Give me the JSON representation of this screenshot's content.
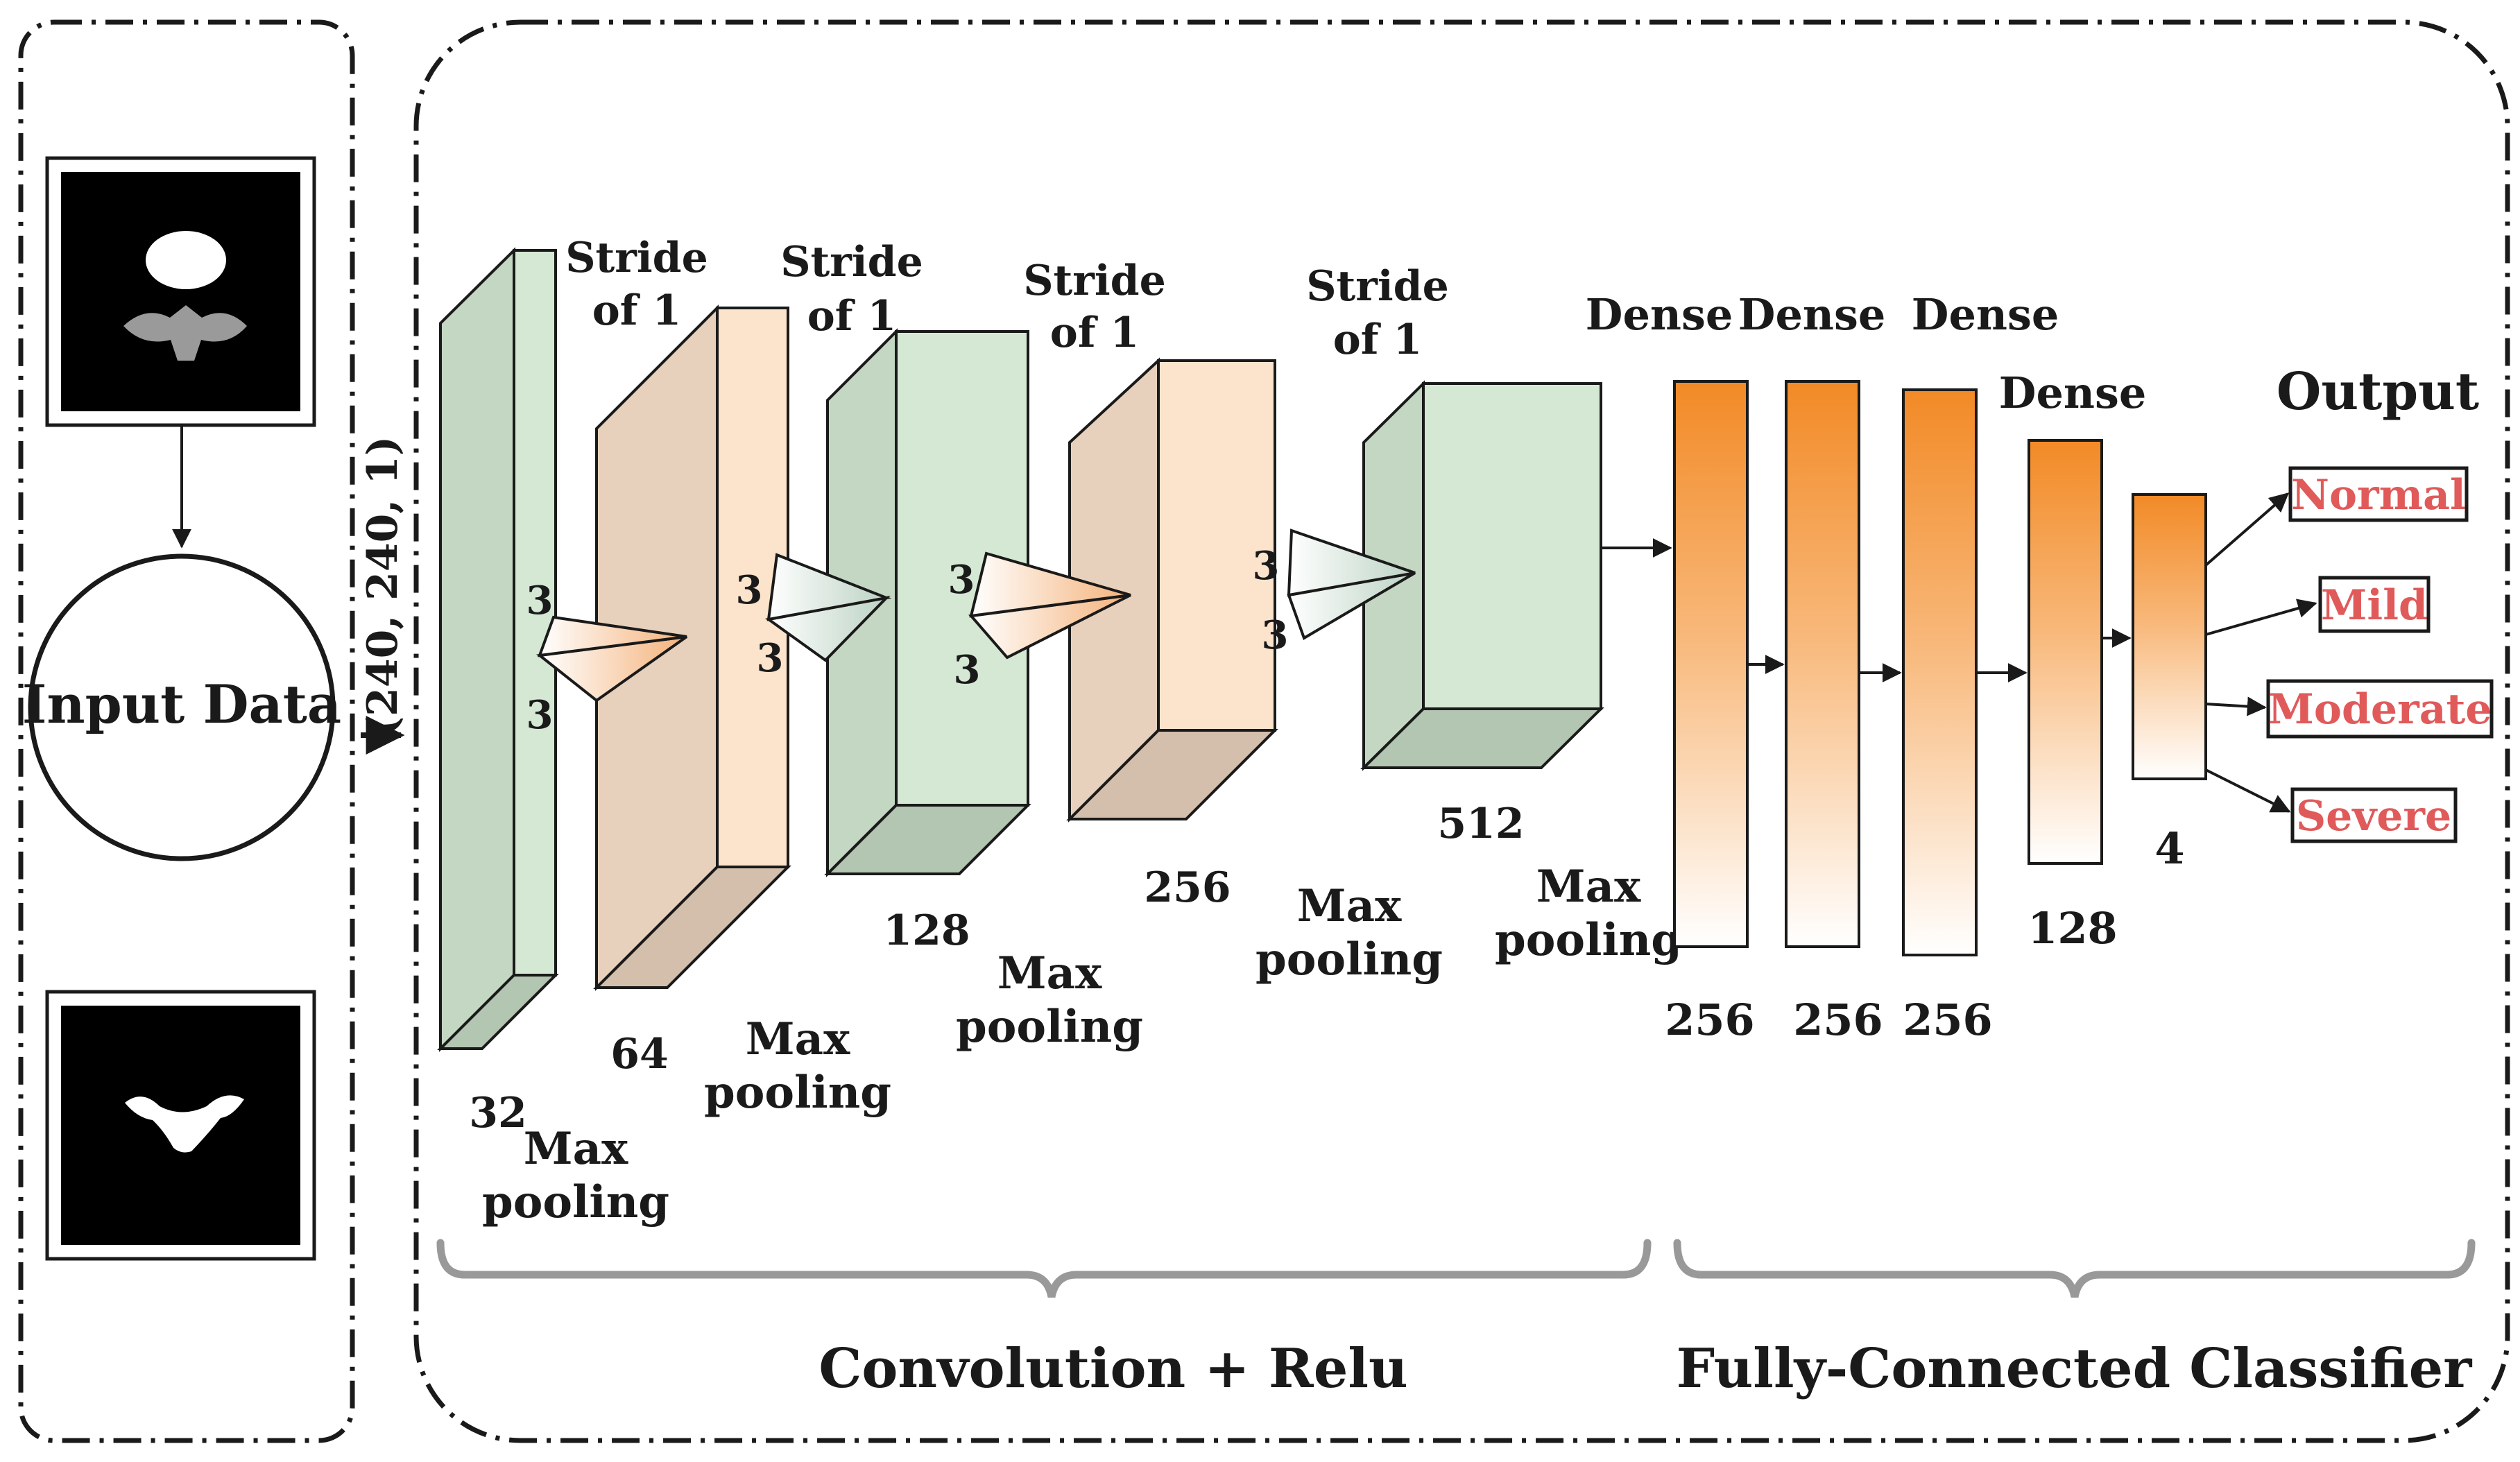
{
  "input_panel": {
    "input_label": "Input Data",
    "input_shape": "(240, 240, 1)"
  },
  "conv_blocks": [
    {
      "filters": "32",
      "stride_label": [
        "Stride",
        "of 1"
      ],
      "kernel": [
        "3",
        "3"
      ],
      "pool_label": [
        "Max",
        "pooling"
      ]
    },
    {
      "filters": "64",
      "stride_label": [
        "Stride",
        "of 1"
      ],
      "kernel": [
        "3",
        "3"
      ],
      "pool_label": [
        "Max",
        "pooling"
      ]
    },
    {
      "filters": "128",
      "stride_label": [
        "Stride",
        "of 1"
      ],
      "kernel": [
        "3",
        "3"
      ],
      "pool_label": [
        "Max",
        "pooling"
      ]
    },
    {
      "filters": "256",
      "stride_label": [
        "Stride",
        "of 1"
      ],
      "kernel": [
        "3",
        "3"
      ],
      "pool_label": [
        "Max",
        "pooling"
      ]
    },
    {
      "filters": "512",
      "pool_label": [
        "Max",
        "pooling"
      ]
    }
  ],
  "dense_layers": [
    {
      "label": "Dense",
      "units": "256"
    },
    {
      "label": "Dense",
      "units": "256"
    },
    {
      "label": "Dense",
      "units": "256"
    },
    {
      "label": "Dense",
      "units": "128"
    },
    {
      "units": "4"
    }
  ],
  "output": {
    "title": "Output",
    "classes": [
      "Normal",
      "Mild",
      "Moderate",
      "Severe"
    ]
  },
  "section_labels": {
    "conv": "Convolution + Relu",
    "fc": "Fully-Connected Classifier"
  },
  "colors": {
    "green_front": "#d5e8d4",
    "green_side": "#c3d7c2",
    "green_dark": "#b3c6b2",
    "peach_front": "#fce4cc",
    "peach_side": "#e8d1bc",
    "peach_dark": "#d4bfac",
    "orange": "#f28a26",
    "output_text": "#e05a5a"
  }
}
